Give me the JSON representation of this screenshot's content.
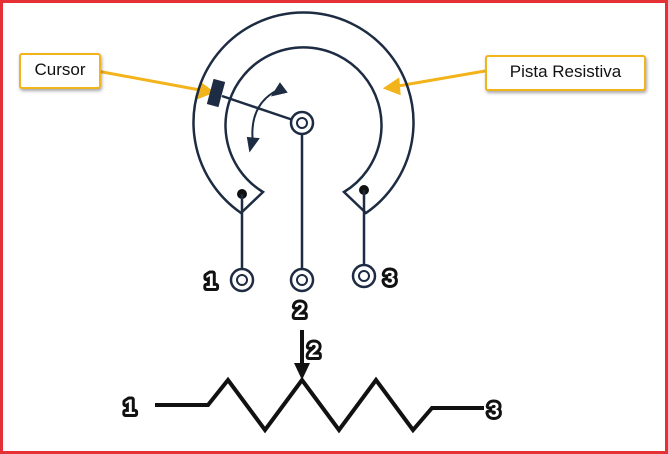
{
  "labels": {
    "cursor": "Cursor",
    "pista_resistiva": "Pista Resistiva"
  },
  "terminals": {
    "t1": "1",
    "t2": "2",
    "t3": "3"
  },
  "schematic": {
    "left": "1",
    "wiper": "2",
    "right": "3"
  },
  "colors": {
    "frame": "#e53135",
    "callout_border": "#f2b31b",
    "diagram_line": "#1d2c42",
    "schematic_line": "#111111"
  }
}
